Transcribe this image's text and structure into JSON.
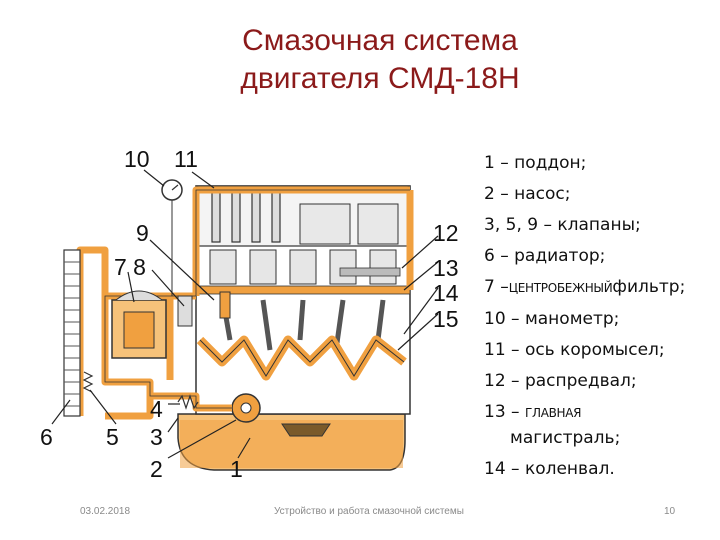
{
  "slide": {
    "title_line1": "Смазочная система",
    "title_line2": "двигателя СМД-18Н"
  },
  "callouts": {
    "n1": "1",
    "n2": "2",
    "n3": "3",
    "n4": "4",
    "n5": "5",
    "n6": "6",
    "n7_8": "7 8",
    "n9": "9",
    "n10": "10",
    "n11": "11",
    "n12": "12",
    "n13": "13",
    "n14": "14",
    "n15": "15"
  },
  "legend": {
    "l1": "1 – поддон;",
    "l2": "2 – насос;",
    "l3": "3, 5, 9 – клапаны;",
    "l4": "6 – радиатор;",
    "l5_prefix": "7 –",
    "l5_small": "ЦЕНТРОБЕЖНЫЙ",
    "l5_suffix": "фильтр;",
    "l6": "10 – манометр;",
    "l7": "11 – ось коромысел;",
    "l8": "12 – распредвал;",
    "l9_prefix": "13 –",
    "l9_small": "ГЛАВНАЯ",
    "l9_cont": "магистраль;",
    "l10": "14 – коленвал."
  },
  "footer": {
    "date": "03.02.2018",
    "subject": "Устройство и работа смазочной системы",
    "page": "10"
  },
  "colors": {
    "oil": "#f0a040",
    "oil_light": "#f6c27a",
    "outline": "#333333",
    "title": "#8b1a1a"
  }
}
